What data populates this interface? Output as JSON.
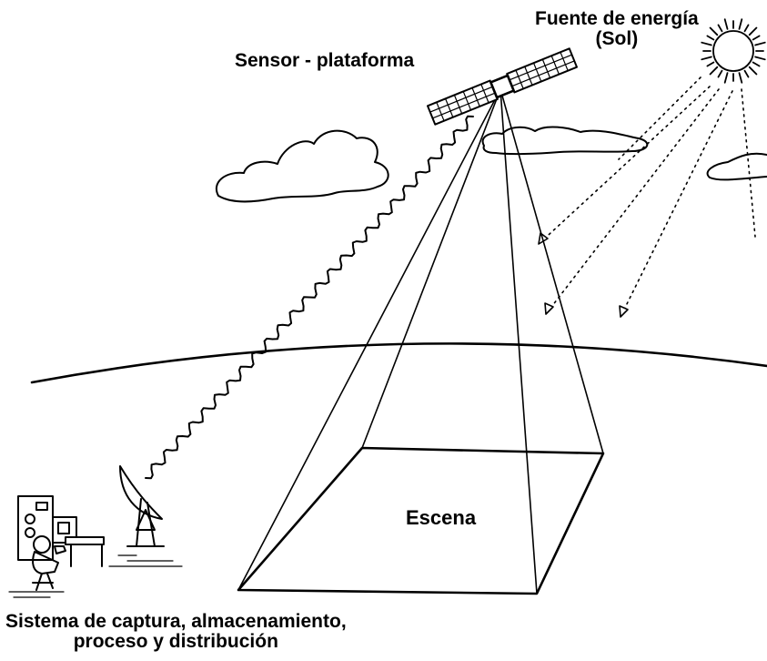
{
  "labels": {
    "sensor": "Sensor - plataforma",
    "source_line1": "Fuente de energía",
    "source_line2": "(Sol)",
    "scene": "Escena",
    "system_line1": "Sistema de captura, almacenamiento,",
    "system_line2": "proceso y distribución"
  },
  "colors": {
    "ink": "#000000",
    "background": "#ffffff"
  }
}
